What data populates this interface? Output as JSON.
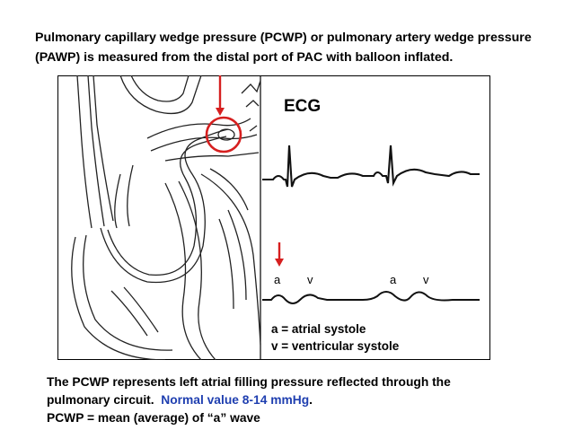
{
  "title": {
    "line1": "Pulmonary capillary wedge pressure (PCWP) or pulmonary artery wedge pressure",
    "line2": "(PAWP)  is measured from the distal port of PAC with balloon inflated."
  },
  "figure": {
    "ecg_label": "ECG",
    "wave_labels": {
      "a1": "a",
      "v1": "v",
      "a2": "a",
      "v2": "v"
    }
  },
  "legend": {
    "a": "a = atrial systole",
    "v": "v = ventricular systole"
  },
  "footer": {
    "line1": "The PCWP represents left atrial filling pressure reflected through the",
    "line2_prefix": "pulmonary circuit.  ",
    "line2_highlight": "Normal value 8-14 mmHg",
    "line2_suffix": ".",
    "line3": "PCWP = mean (average) of “a” wave"
  },
  "colors": {
    "highlight": "#1f3fb0",
    "annotation_red": "#d61f1f"
  }
}
